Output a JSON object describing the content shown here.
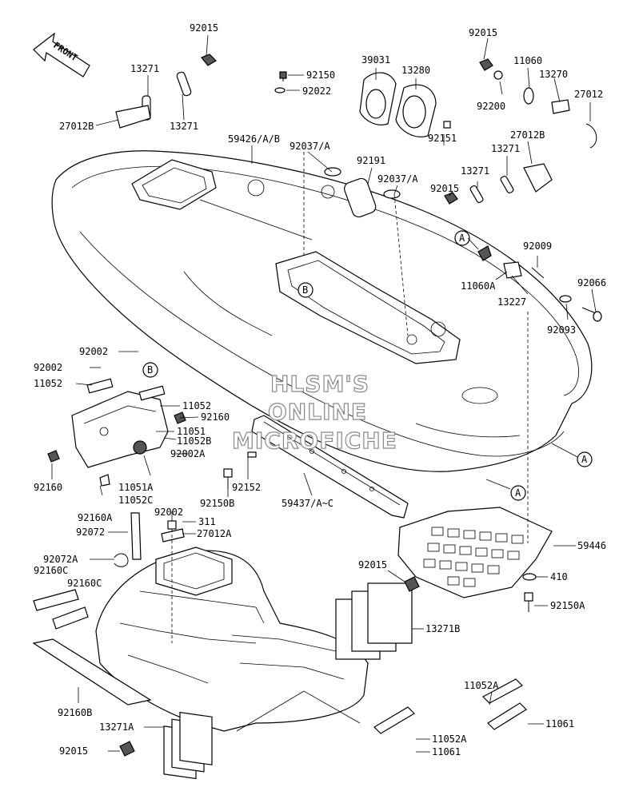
{
  "front_arrow_label": "FRONT",
  "watermark": [
    "HLSM'S",
    "ONLINE",
    "MICROFICHE"
  ],
  "labels": {
    "l92015_top": "92015",
    "l13271_a": "13271",
    "l27012B_a": "27012B",
    "l13271_b": "13271",
    "l92150": "92150",
    "l92022": "92022",
    "l59426": "59426/A/B",
    "l39031": "39031",
    "l13280": "13280",
    "l92037a_1": "92037/A",
    "l92151": "92151",
    "l92191": "92191",
    "l92037a_2": "92037/A",
    "l92015_r": "92015",
    "l11060": "11060",
    "l92200": "92200",
    "l13270": "13270",
    "l27012": "27012",
    "l27012B_b": "27012B",
    "l13271_c": "13271",
    "l13271_d": "13271",
    "l92015_r2": "92015",
    "lA_1": "A",
    "l92009": "92009",
    "l11060A": "11060A",
    "l13227": "13227",
    "l92066": "92066",
    "l92093": "92093",
    "lB_1": "B",
    "l92002_a": "92002",
    "l92002_b": "92002",
    "l11052_a": "11052",
    "lB_2": "B",
    "l11052_b": "11052",
    "l92160_a": "92160",
    "l11051": "11051",
    "l11052B": "11052B",
    "l92002A": "92002A",
    "l92160_b": "92160",
    "l11051A": "11051A",
    "l11052C": "11052C",
    "l92150B": "92150B",
    "l92152": "92152",
    "l59437": "59437/A~C",
    "lA_2": "A",
    "lA_3": "A",
    "l92160A": "92160A",
    "l92002_c": "92002",
    "l311": "311",
    "l92072": "92072",
    "l27012A": "27012A",
    "l59446": "59446",
    "l92072A": "92072A",
    "l92160C_a": "92160C",
    "l92160C_b": "92160C",
    "l92015_m": "92015",
    "l410": "410",
    "l92150A": "92150A",
    "l13271B": "13271B",
    "l11052A_a": "11052A",
    "l92160B": "92160B",
    "l13271A": "13271A",
    "l11061_a": "11061",
    "l11052A_b": "11052A",
    "l92015_b": "92015",
    "l11061_b": "11061"
  }
}
